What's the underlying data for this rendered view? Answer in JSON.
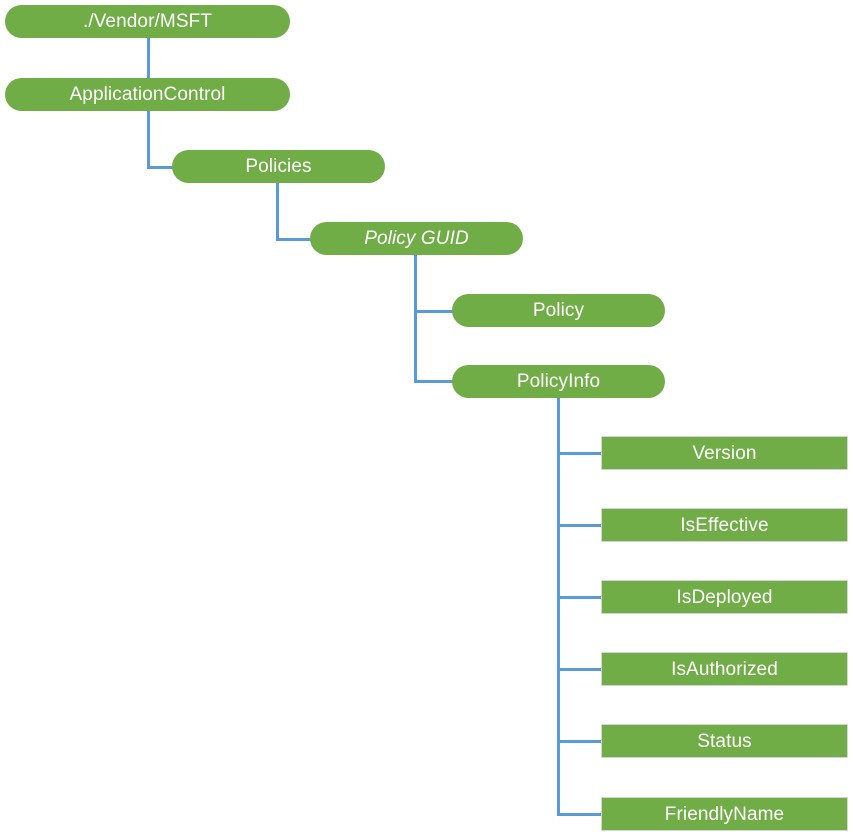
{
  "diagram": {
    "title": "ApplicationControl CSP node tree",
    "type": "tree",
    "colors": {
      "node_fill": "#70AD47",
      "node_text": "#FFFFFF",
      "connector": "#5B9BD5",
      "rect_border": "#D4D4D4",
      "background": "#FFFFFF"
    },
    "nodes": [
      {
        "id": "vendor",
        "label": "./Vendor/MSFT",
        "shape": "pill",
        "style": "normal",
        "level": 0
      },
      {
        "id": "appcontrol",
        "label": "ApplicationControl",
        "shape": "pill",
        "style": "normal",
        "level": 1
      },
      {
        "id": "policies",
        "label": "Policies",
        "shape": "pill",
        "style": "normal",
        "level": 2
      },
      {
        "id": "policyguid",
        "label": "Policy GUID",
        "shape": "pill",
        "style": "italic",
        "level": 3
      },
      {
        "id": "policy",
        "label": "Policy",
        "shape": "pill",
        "style": "normal",
        "level": 4
      },
      {
        "id": "policyinfo",
        "label": "PolicyInfo",
        "shape": "pill",
        "style": "normal",
        "level": 4
      },
      {
        "id": "version",
        "label": "Version",
        "shape": "rect",
        "style": "normal",
        "level": 5
      },
      {
        "id": "iseffective",
        "label": "IsEffective",
        "shape": "rect",
        "style": "normal",
        "level": 5
      },
      {
        "id": "isdeployed",
        "label": "IsDeployed",
        "shape": "rect",
        "style": "normal",
        "level": 5
      },
      {
        "id": "isauthorized",
        "label": "IsAuthorized",
        "shape": "rect",
        "style": "normal",
        "level": 5
      },
      {
        "id": "status",
        "label": "Status",
        "shape": "rect",
        "style": "normal",
        "level": 5
      },
      {
        "id": "friendlyname",
        "label": "FriendlyName",
        "shape": "rect",
        "style": "normal",
        "level": 5
      }
    ],
    "edges": [
      {
        "from": "vendor",
        "to": "appcontrol"
      },
      {
        "from": "appcontrol",
        "to": "policies"
      },
      {
        "from": "policies",
        "to": "policyguid"
      },
      {
        "from": "policyguid",
        "to": "policy"
      },
      {
        "from": "policyguid",
        "to": "policyinfo"
      },
      {
        "from": "policyinfo",
        "to": "version"
      },
      {
        "from": "policyinfo",
        "to": "iseffective"
      },
      {
        "from": "policyinfo",
        "to": "isdeployed"
      },
      {
        "from": "policyinfo",
        "to": "isauthorized"
      },
      {
        "from": "policyinfo",
        "to": "status"
      },
      {
        "from": "policyinfo",
        "to": "friendlyname"
      }
    ]
  }
}
